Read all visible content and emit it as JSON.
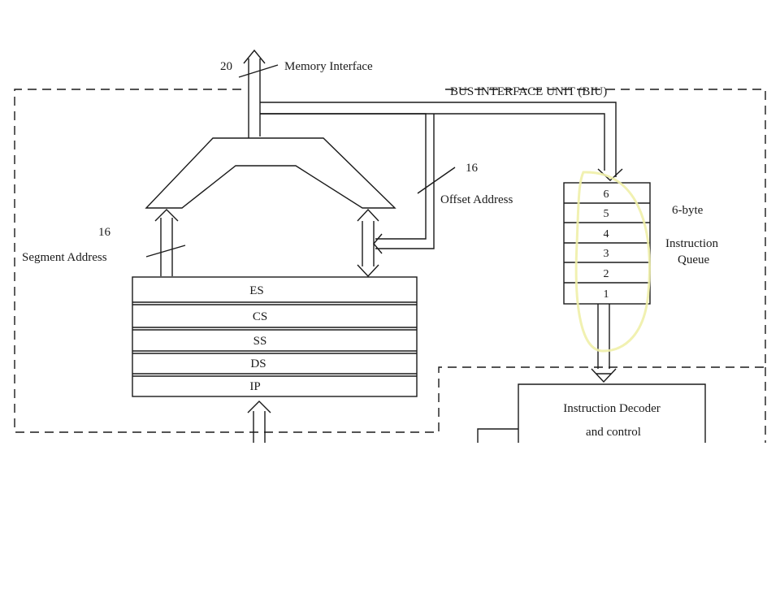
{
  "diagram": {
    "unit_title": "BUS INTERFACE UNIT (BIU)",
    "memory_interface": {
      "width": "20",
      "label": "Memory Interface"
    },
    "offset": {
      "width": "16",
      "label": "Offset Address"
    },
    "segment": {
      "width": "16",
      "label": "Segment Address"
    },
    "registers": [
      "ES",
      "CS",
      "SS",
      "DS",
      "IP"
    ],
    "queue": {
      "slots": [
        "6",
        "5",
        "4",
        "3",
        "2",
        "1"
      ],
      "size_label": "6-byte",
      "label_line1": "Instruction",
      "label_line2": "Queue"
    },
    "decoder": {
      "line1": "Instruction Decoder",
      "line2": "and control"
    },
    "colors": {
      "line": "#1a1a1a",
      "highlight": "#f0f0a8",
      "background": "#ffffff"
    }
  }
}
